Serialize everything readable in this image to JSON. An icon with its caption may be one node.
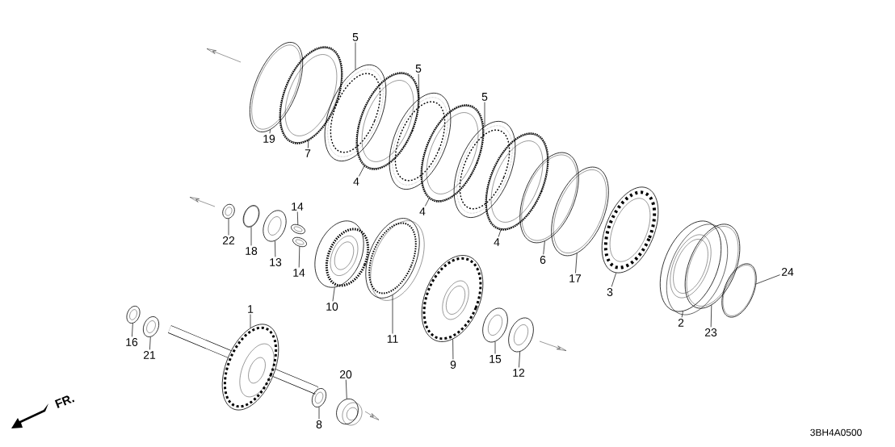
{
  "diagram": {
    "nodes": [
      {
        "text": [
          "19"
        ]
      },
      {
        "text": [
          "7"
        ]
      },
      {
        "text": [
          "5"
        ]
      },
      {
        "text": [
          "4"
        ]
      },
      {
        "text": [
          "5"
        ]
      },
      {
        "text": [
          "4"
        ]
      },
      {
        "text": [
          "5"
        ]
      },
      {
        "text": [
          "4"
        ]
      },
      {
        "text": [
          "6"
        ]
      },
      {
        "text": [
          "17"
        ]
      },
      {
        "text": [
          "3"
        ]
      },
      {
        "text": [
          "2"
        ]
      },
      {
        "text": [
          "23"
        ]
      },
      {
        "text": [
          "24"
        ]
      },
      {
        "text": [
          "22"
        ]
      },
      {
        "text": [
          "18"
        ]
      },
      {
        "text": [
          "13"
        ]
      },
      {
        "text": [
          "14"
        ]
      },
      {
        "text": [
          "14"
        ]
      },
      {
        "text": [
          "10"
        ]
      },
      {
        "text": [
          "11"
        ]
      },
      {
        "text": [
          "9"
        ]
      },
      {
        "text": [
          "15"
        ]
      },
      {
        "text": [
          "12"
        ]
      },
      {
        "text": [
          "16"
        ]
      },
      {
        "text": [
          "21"
        ]
      },
      {
        "text": [
          "1"
        ]
      },
      {
        "text": [
          "8"
        ]
      },
      {
        "text": [
          "20"
        ]
      },
      {
        "text": [],
        "shape": "picture"
      },
      {
        "text": [],
        "shape": "picture"
      },
      {
        "text": [],
        "shape": "picture"
      },
      {
        "text": [],
        "shape": "picture"
      },
      {
        "text": [],
        "shape": "picture"
      },
      {
        "text": [],
        "shape": "picture"
      },
      {
        "text": [],
        "shape": "picture"
      },
      {
        "text": [],
        "shape": "picture"
      },
      {
        "text": [],
        "shape": "picture"
      },
      {
        "text": [],
        "shape": "picture"
      },
      {
        "text": [],
        "shape": "picture"
      },
      {
        "text": [],
        "shape": "picture"
      },
      {
        "text": [],
        "shape": "picture"
      },
      {
        "text": [],
        "shape": "picture"
      },
      {
        "text": [],
        "shape": "picture"
      },
      {
        "text": [],
        "shape": "picture"
      },
      {
        "text": [],
        "shape": "picture"
      },
      {
        "text": [],
        "shape": "picture"
      },
      {
        "text": [],
        "shape": "picture"
      },
      {
        "text": [],
        "shape": "picture"
      },
      {
        "text": [],
        "shape": "picture"
      },
      {
        "text": [],
        "shape": "picture"
      },
      {
        "text": [],
        "shape": "picture"
      },
      {
        "text": [],
        "shape": "picture"
      },
      {
        "text": [],
        "shape": "picture"
      },
      {
        "text": [],
        "shape": "picture"
      },
      {
        "text": [],
        "shape": "picture"
      },
      {
        "text": [],
        "shape": "picture"
      },
      {
        "text": [],
        "shape": "picture"
      }
    ],
    "edges": [
      {
        "from": 0,
        "to": 29,
        "arrow": "none"
      },
      {
        "from": 1,
        "to": 30,
        "arrow": "none"
      },
      {
        "from": 2,
        "to": 31,
        "arrow": "none"
      },
      {
        "from": 3,
        "to": 32,
        "arrow": "none"
      },
      {
        "from": 4,
        "to": 33,
        "arrow": "none"
      },
      {
        "from": 5,
        "to": 34,
        "arrow": "none"
      },
      {
        "from": 6,
        "to": 35,
        "arrow": "none"
      },
      {
        "from": 7,
        "to": 36,
        "arrow": "none"
      },
      {
        "from": 8,
        "to": 37,
        "arrow": "none"
      },
      {
        "from": 9,
        "to": 38,
        "arrow": "none"
      },
      {
        "from": 10,
        "to": 39,
        "arrow": "none"
      },
      {
        "from": 11,
        "to": 40,
        "arrow": "none"
      },
      {
        "from": 12,
        "to": 41,
        "arrow": "none"
      },
      {
        "from": 13,
        "to": 42,
        "arrow": "none"
      },
      {
        "from": 14,
        "to": 43,
        "arrow": "none"
      },
      {
        "from": 15,
        "to": 44,
        "arrow": "none"
      },
      {
        "from": 16,
        "to": 45,
        "arrow": "none"
      },
      {
        "from": 17,
        "to": 46,
        "arrow": "none"
      },
      {
        "from": 18,
        "to": 47,
        "arrow": "none"
      },
      {
        "from": 19,
        "to": 48,
        "arrow": "none"
      },
      {
        "from": 20,
        "to": 49,
        "arrow": "none"
      },
      {
        "from": 21,
        "to": 50,
        "arrow": "none"
      },
      {
        "from": 22,
        "to": 51,
        "arrow": "none"
      },
      {
        "from": 23,
        "to": 52,
        "arrow": "none"
      },
      {
        "from": 24,
        "to": 53,
        "arrow": "none"
      },
      {
        "from": 25,
        "to": 54,
        "arrow": "none"
      },
      {
        "from": 26,
        "to": 55,
        "arrow": "none"
      },
      {
        "from": 27,
        "to": 56,
        "arrow": "none"
      },
      {
        "from": 28,
        "to": 57,
        "arrow": "none"
      }
    ],
    "labels": [
      "FR.",
      "3BH4A0500"
    ]
  }
}
